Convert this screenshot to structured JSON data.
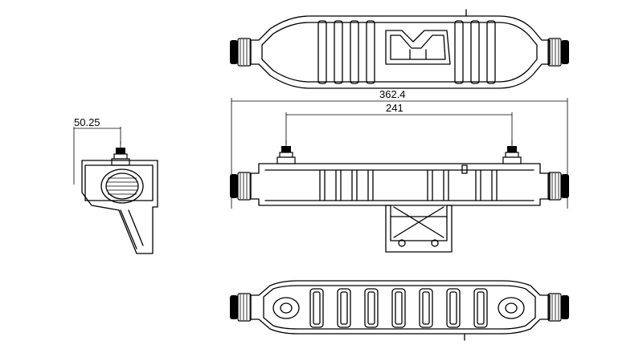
{
  "dimensions": {
    "overall_length": "362.4",
    "mount_spacing": "241",
    "side_offset": "50.25"
  },
  "colors": {
    "line": "#000000",
    "background": "#ffffff"
  }
}
